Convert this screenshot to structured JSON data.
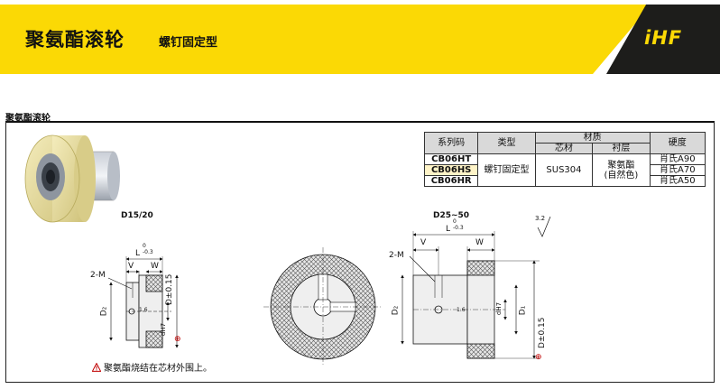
{
  "header": {
    "title": "聚氨酯滚轮",
    "subtitle": "螺钉固定型",
    "logo_text": "iHF",
    "colors": {
      "banner": "#fbd905",
      "logo_bg": "#1d1d1b",
      "logo_text": "#fbd905",
      "ring": "#e7dca0"
    }
  },
  "section": {
    "title": "聚氨酯滚轮"
  },
  "spec_table": {
    "headers": {
      "code": "系列码",
      "type": "类型",
      "material": "材质",
      "core": "芯材",
      "lining": "衬层",
      "hardness": "硬度"
    },
    "rows": [
      {
        "code": "CB06HT",
        "hardness": "肖氏A90"
      },
      {
        "code": "CB06HS",
        "hardness": "肖氏A70"
      },
      {
        "code": "CB06HR",
        "hardness": "肖氏A50"
      }
    ],
    "type_value": "螺钉固定型",
    "core_value": "SUS304",
    "lining_value_line1": "聚氨酯",
    "lining_value_line2": "(自然色)"
  },
  "drawings": {
    "small_label": "D15/20",
    "large_label": "D25~50",
    "dim_L": "L",
    "dim_L_tol_upper": "0",
    "dim_L_tol_lower": "-0.3",
    "dim_V": "V",
    "dim_W": "W",
    "dim_2M": "2-M",
    "dim_D2": "D₂",
    "dim_D1": "D₁",
    "dim_dH7": "dH7",
    "dim_D": "D±0.15",
    "roughness": "3.2",
    "roughness_small": "1.6",
    "tol_symbol": "⊕"
  },
  "note": {
    "text": "聚氨酯烧结在芯材外围上。",
    "icon": "warning-icon"
  }
}
